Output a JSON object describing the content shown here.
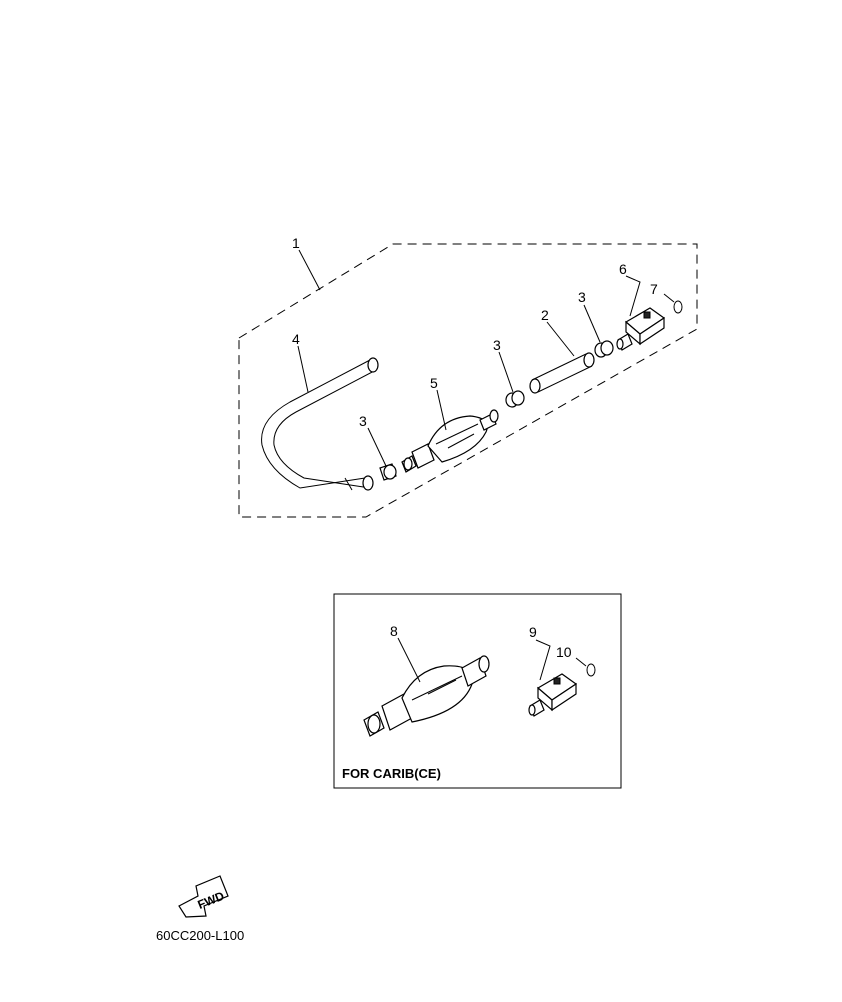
{
  "callouts": [
    "1",
    "2",
    "3",
    "3",
    "3",
    "4",
    "5",
    "6",
    "7",
    "8",
    "9",
    "10"
  ],
  "inset_caption": "FOR CARIB(CE)",
  "fwd_label": "FWD",
  "diagram_code": "60CC200-L100"
}
